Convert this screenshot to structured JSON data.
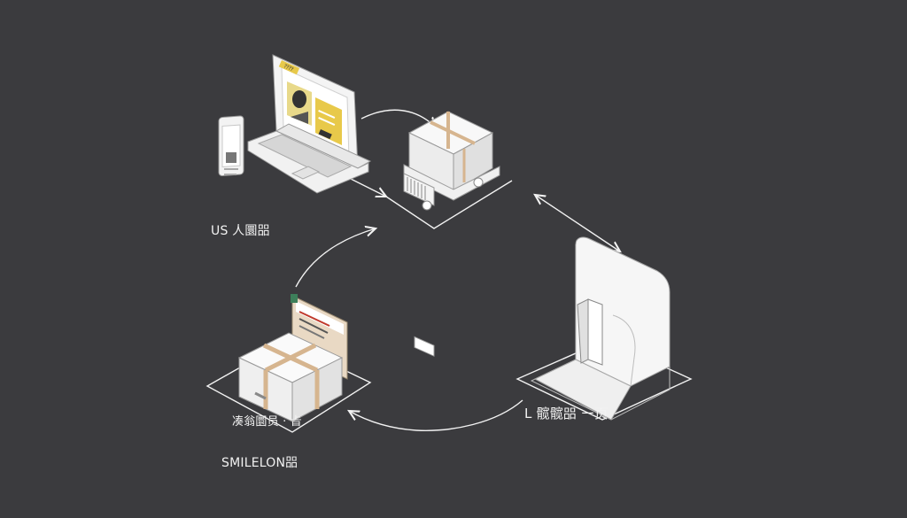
{
  "labels": {
    "origin": "US 人圜㗊",
    "service": "L 髋髋㗊 ㇐页",
    "destination_line1": "凑翁圜员 · 㫖",
    "destination_line2": "SMILELON㗊"
  },
  "laptop_screen": {
    "header_text": "⁇⁇",
    "card_button": "⁇"
  },
  "colors": {
    "background": "#3b3b3e",
    "line": "#f2f2f2",
    "tape": "#d6b58f",
    "accent_yellow": "#e8c94a"
  }
}
